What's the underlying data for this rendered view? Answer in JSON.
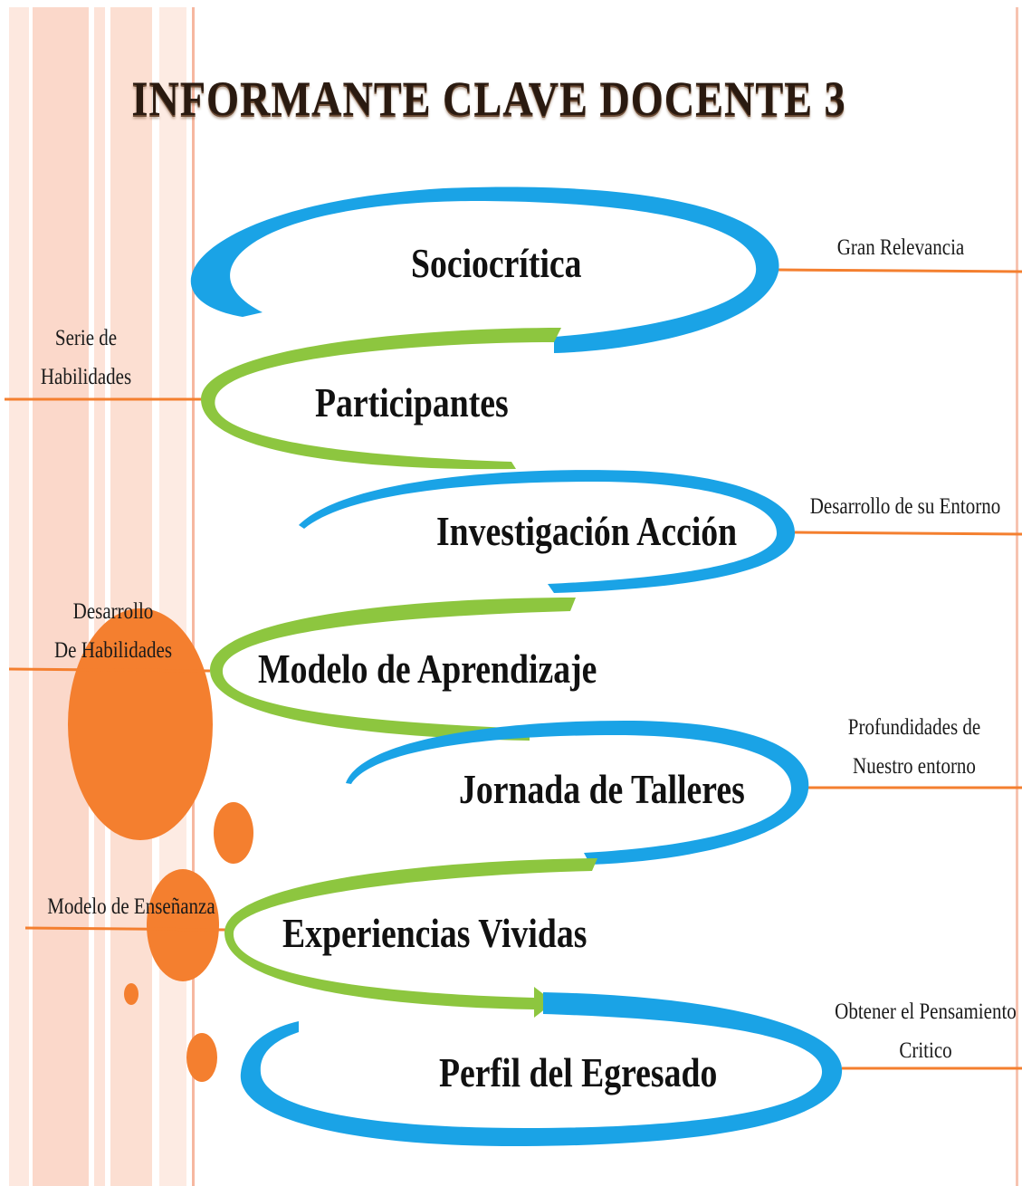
{
  "title": "INFORMANTE CLAVE DOCENTE 3",
  "colors": {
    "blue": "#1aa3e6",
    "green": "#8dc63f",
    "orange": "#f47f2f",
    "stripe": "#fbd8ca"
  },
  "nodes": [
    {
      "label": "Sociocrítica",
      "color": "blue"
    },
    {
      "label": "Participantes",
      "color": "green"
    },
    {
      "label": "Investigación Acción",
      "color": "blue"
    },
    {
      "label": "Modelo de Aprendizaje",
      "color": "green"
    },
    {
      "label": "Jornada de Talleres",
      "color": "blue"
    },
    {
      "label": "Experiencias Vividas",
      "color": "green"
    },
    {
      "label": "Perfil del Egresado",
      "color": "blue"
    }
  ],
  "notes_right": [
    {
      "line1": "Gran Relevancia",
      "line2": ""
    },
    {
      "line1": "Desarrollo de su Entorno",
      "line2": ""
    },
    {
      "line1": "Profundidades de",
      "line2": "Nuestro entorno"
    },
    {
      "line1": "Obtener el Pensamiento",
      "line2": "Critico"
    }
  ],
  "notes_left": [
    {
      "line1": "Serie de",
      "line2": "Habilidades"
    },
    {
      "line1": "Desarrollo",
      "line2": "De Habilidades"
    },
    {
      "line1": "Modelo de Enseñanza",
      "line2": ""
    }
  ]
}
